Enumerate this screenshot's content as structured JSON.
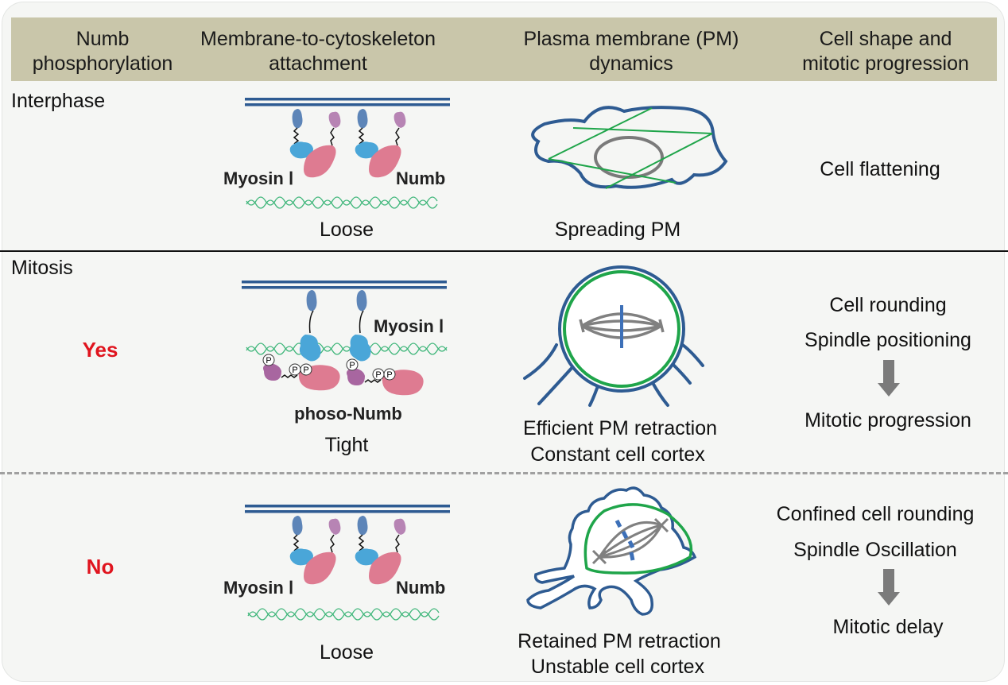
{
  "header": {
    "col1": [
      "Numb",
      "phosphorylation"
    ],
    "col2": [
      "Membrane-to-cytoskeleton",
      "attachment"
    ],
    "col3": [
      "Plasma membrane (PM)",
      "dynamics"
    ],
    "col4": [
      "Cell shape and",
      "mitotic progression"
    ]
  },
  "rows": {
    "interphase": {
      "phase_label": "Interphase",
      "attachment": {
        "label_left": "Myosin Ⅰ",
        "label_right": "Numb",
        "caption": "Loose"
      },
      "pm": {
        "caption": "Spreading PM"
      },
      "outcome": {
        "text": "Cell flattening"
      }
    },
    "mitosis_yes": {
      "phase_label": "Mitosis",
      "phosphorylation": "Yes",
      "attachment": {
        "label_myosin": "Myosin Ⅰ",
        "label_numb": "phoso-Numb",
        "phospho_mark": "P",
        "caption": "Tight"
      },
      "pm": {
        "caption_1": "Efficient PM retraction",
        "caption_2": "Constant cell cortex"
      },
      "outcome": {
        "line1": "Cell rounding",
        "line2": "Spindle positioning",
        "result": "Mitotic progression"
      }
    },
    "mitosis_no": {
      "phosphorylation": "No",
      "attachment": {
        "label_left": "Myosin Ⅰ",
        "label_right": "Numb",
        "caption": "Loose"
      },
      "pm": {
        "caption_1": "Retained PM retraction",
        "caption_2": "Unstable cell cortex"
      },
      "outcome": {
        "line1": "Confined cell rounding",
        "line2": "Spindle Oscillation",
        "result": "Mitotic delay"
      }
    }
  },
  "colors": {
    "header_bg": "#c9c6aa",
    "membrane": "#2e5b92",
    "actin": "#3fb67a",
    "cortex_green": "#1fa54a",
    "nucleus_gray": "#7a7a7a",
    "myosin_blue": "#4aa6d8",
    "numb_pink": "#de7b91",
    "numb_purple": "#b06aa0",
    "yes_no_red": "#e0141e",
    "arrow_gray": "#7b7b7b"
  }
}
